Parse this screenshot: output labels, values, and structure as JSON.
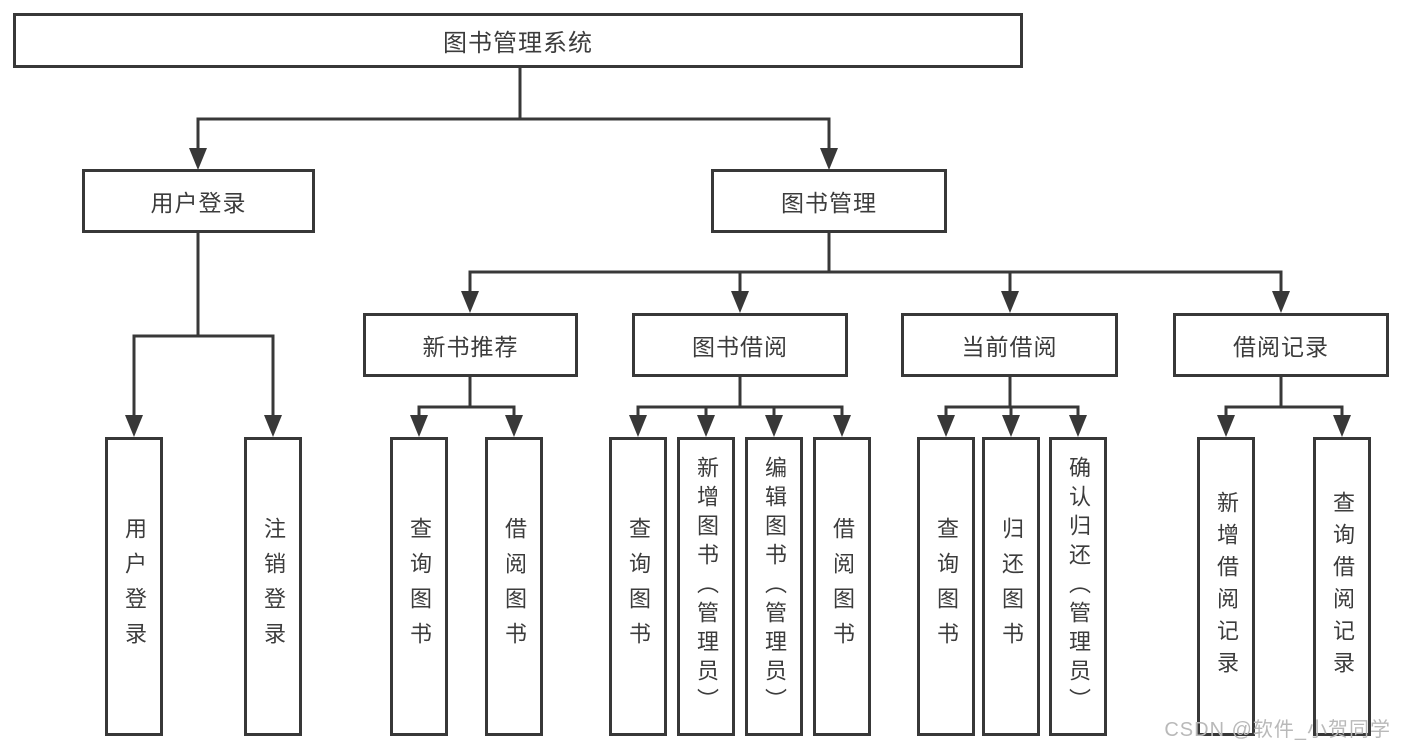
{
  "tree": {
    "root": {
      "label": "图书管理系统",
      "children": [
        {
          "label": "用户登录",
          "children": [
            {
              "label": "用户登录"
            },
            {
              "label": "注销登录"
            }
          ]
        },
        {
          "label": "图书管理",
          "children": [
            {
              "label": "新书推荐",
              "children": [
                {
                  "label": "查询图书"
                },
                {
                  "label": "借阅图书"
                }
              ]
            },
            {
              "label": "图书借阅",
              "children": [
                {
                  "label": "查询图书"
                },
                {
                  "label": "新增图书（管理员）"
                },
                {
                  "label": "编辑图书（管理员）"
                },
                {
                  "label": "借阅图书"
                }
              ]
            },
            {
              "label": "当前借阅",
              "children": [
                {
                  "label": "查询图书"
                },
                {
                  "label": "归还图书"
                },
                {
                  "label": "确认归还（管理员）"
                }
              ]
            },
            {
              "label": "借阅记录",
              "children": [
                {
                  "label": "新增借阅记录"
                },
                {
                  "label": "查询借阅记录"
                }
              ]
            }
          ]
        }
      ]
    }
  },
  "watermark": {
    "text": "CSDN @软件_小贺同学"
  },
  "colors": {
    "line": "#383838",
    "text": "#3c3c3c",
    "watermark": "#b9b9b9",
    "background": "#ffffff"
  }
}
